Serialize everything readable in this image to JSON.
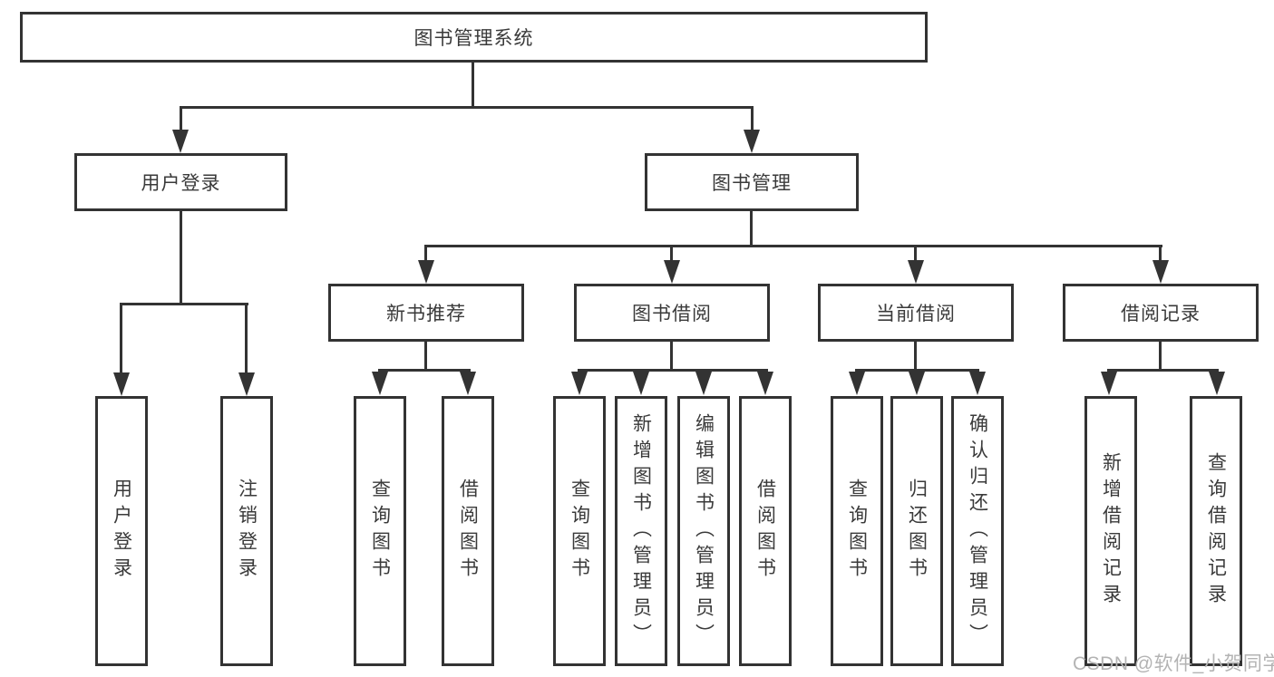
{
  "nodes": {
    "root": {
      "label": "图书管理系统"
    },
    "level1": [
      {
        "label": "用户登录"
      },
      {
        "label": "图书管理"
      }
    ],
    "level2": [
      {
        "label": "新书推荐"
      },
      {
        "label": "图书借阅"
      },
      {
        "label": "当前借阅"
      },
      {
        "label": "借阅记录"
      }
    ],
    "leaves": [
      {
        "label": "用户登录"
      },
      {
        "label": "注销登录"
      },
      {
        "label": "查询图书"
      },
      {
        "label": "借阅图书"
      },
      {
        "label": "查询图书"
      },
      {
        "label": "新增图书（管理员）"
      },
      {
        "label": "编辑图书（管理员）"
      },
      {
        "label": "借阅图书"
      },
      {
        "label": "查询图书"
      },
      {
        "label": "归还图书"
      },
      {
        "label": "确认归还（管理员）"
      },
      {
        "label": "新增借阅记录"
      },
      {
        "label": "查询借阅记录"
      }
    ]
  },
  "watermark": "CSDN @软件_小贺同学",
  "colors": {
    "line": "#333333",
    "text": "#3a3a3a",
    "watermark": "#b3b3b3",
    "background": "#ffffff"
  }
}
